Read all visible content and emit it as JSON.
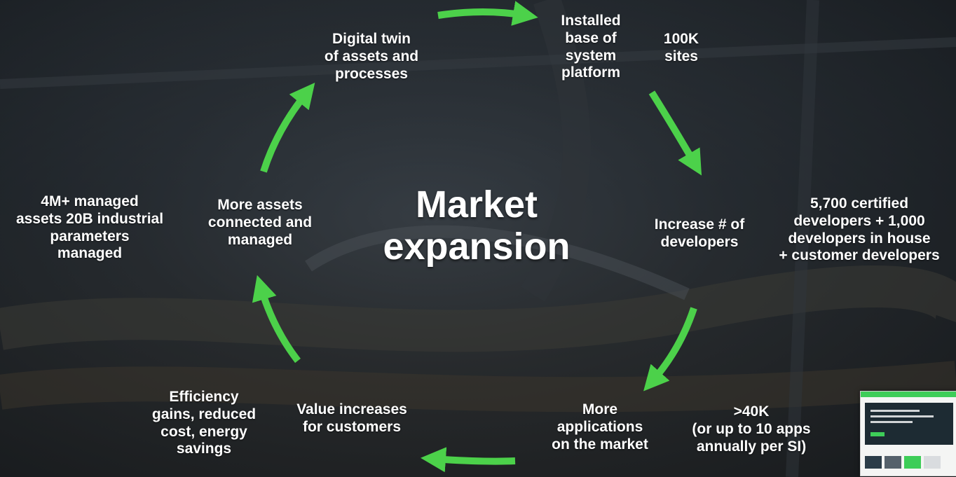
{
  "title": "Market\nexpansion",
  "nodes": {
    "digital_twin": "Digital twin\nof assets and\nprocesses",
    "installed_base": "Installed\nbase of\nsystem\nplatform",
    "sites": "100K\nsites",
    "increase_developers": "Increase # of\ndevelopers",
    "certified_developers": "5,700 certified\ndevelopers + 1,000\ndevelopers in house\n+ customer developers",
    "more_applications": "More\napplications\non the market",
    "apps_count": ">40K\n(or up to 10 apps\nannually per SI)",
    "value_increases": "Value increases\nfor customers",
    "efficiency": "Efficiency\ngains, reduced\ncost, energy\nsavings",
    "more_assets": "More assets\nconnected and\nmanaged",
    "managed_assets": "4M+ managed\nassets 20B industrial\nparameters\nmanaged"
  },
  "colors": {
    "arrow": "#4cd14a",
    "text": "#ffffff",
    "background": "#1b1f24"
  }
}
